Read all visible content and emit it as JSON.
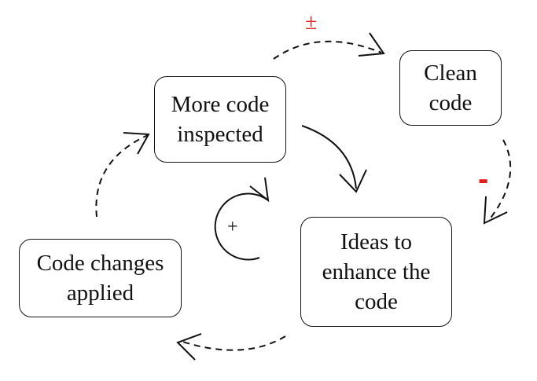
{
  "diagram": {
    "nodes": {
      "more_code": "More code\ninspected",
      "clean_code": "Clean\ncode",
      "ideas": "Ideas to\nenhance the\ncode",
      "code_changes": "Code changes\napplied"
    },
    "labels": {
      "plus_minus": "±",
      "minus": "-",
      "loop_sign": "+"
    },
    "colors": {
      "text": "#111111",
      "line": "#111111",
      "accent": "#e0201c"
    },
    "edges": [
      {
        "from": "More code inspected",
        "to": "Clean code",
        "style": "dashed",
        "label": "±"
      },
      {
        "from": "Clean code",
        "to": "Ideas to enhance the code",
        "style": "dashed",
        "label": "-"
      },
      {
        "from": "More code inspected",
        "to": "Ideas to enhance the code",
        "style": "solid"
      },
      {
        "from": "Ideas to enhance the code",
        "to": "Code changes applied",
        "style": "dashed"
      },
      {
        "from": "Code changes applied",
        "to": "More code inspected",
        "style": "dashed"
      }
    ]
  }
}
